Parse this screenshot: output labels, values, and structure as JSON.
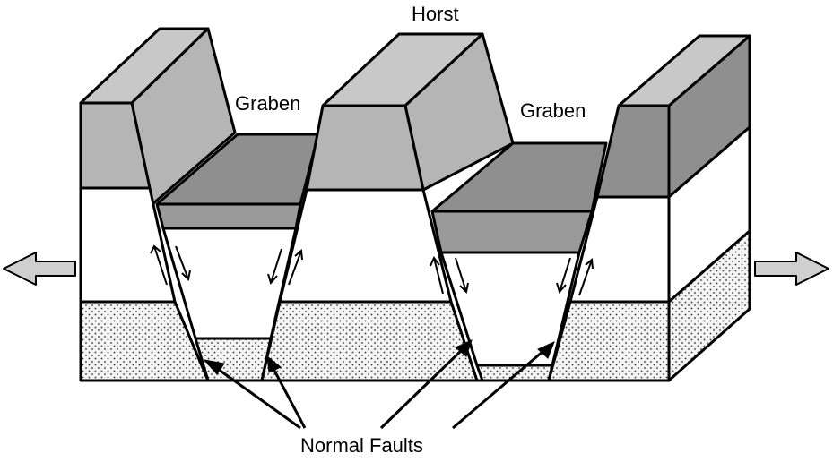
{
  "labels": {
    "horst": "Horst",
    "graben_left": "Graben",
    "graben_right": "Graben",
    "normal_faults": "Normal Faults"
  },
  "colors": {
    "background": "#ffffff",
    "outline": "#000000",
    "top_layer_front": "#b5b5b5",
    "top_layer_top": "#c8c8c8",
    "top_layer_dark": "#8f8f8f",
    "middle_layer": "#ffffff",
    "bottom_layer": "#f3f3f3",
    "stipple": "#333333",
    "extension_arrow": "#cfcfcf"
  },
  "icons": {
    "extension_left": "arrow-left-icon",
    "extension_right": "arrow-right-icon"
  }
}
